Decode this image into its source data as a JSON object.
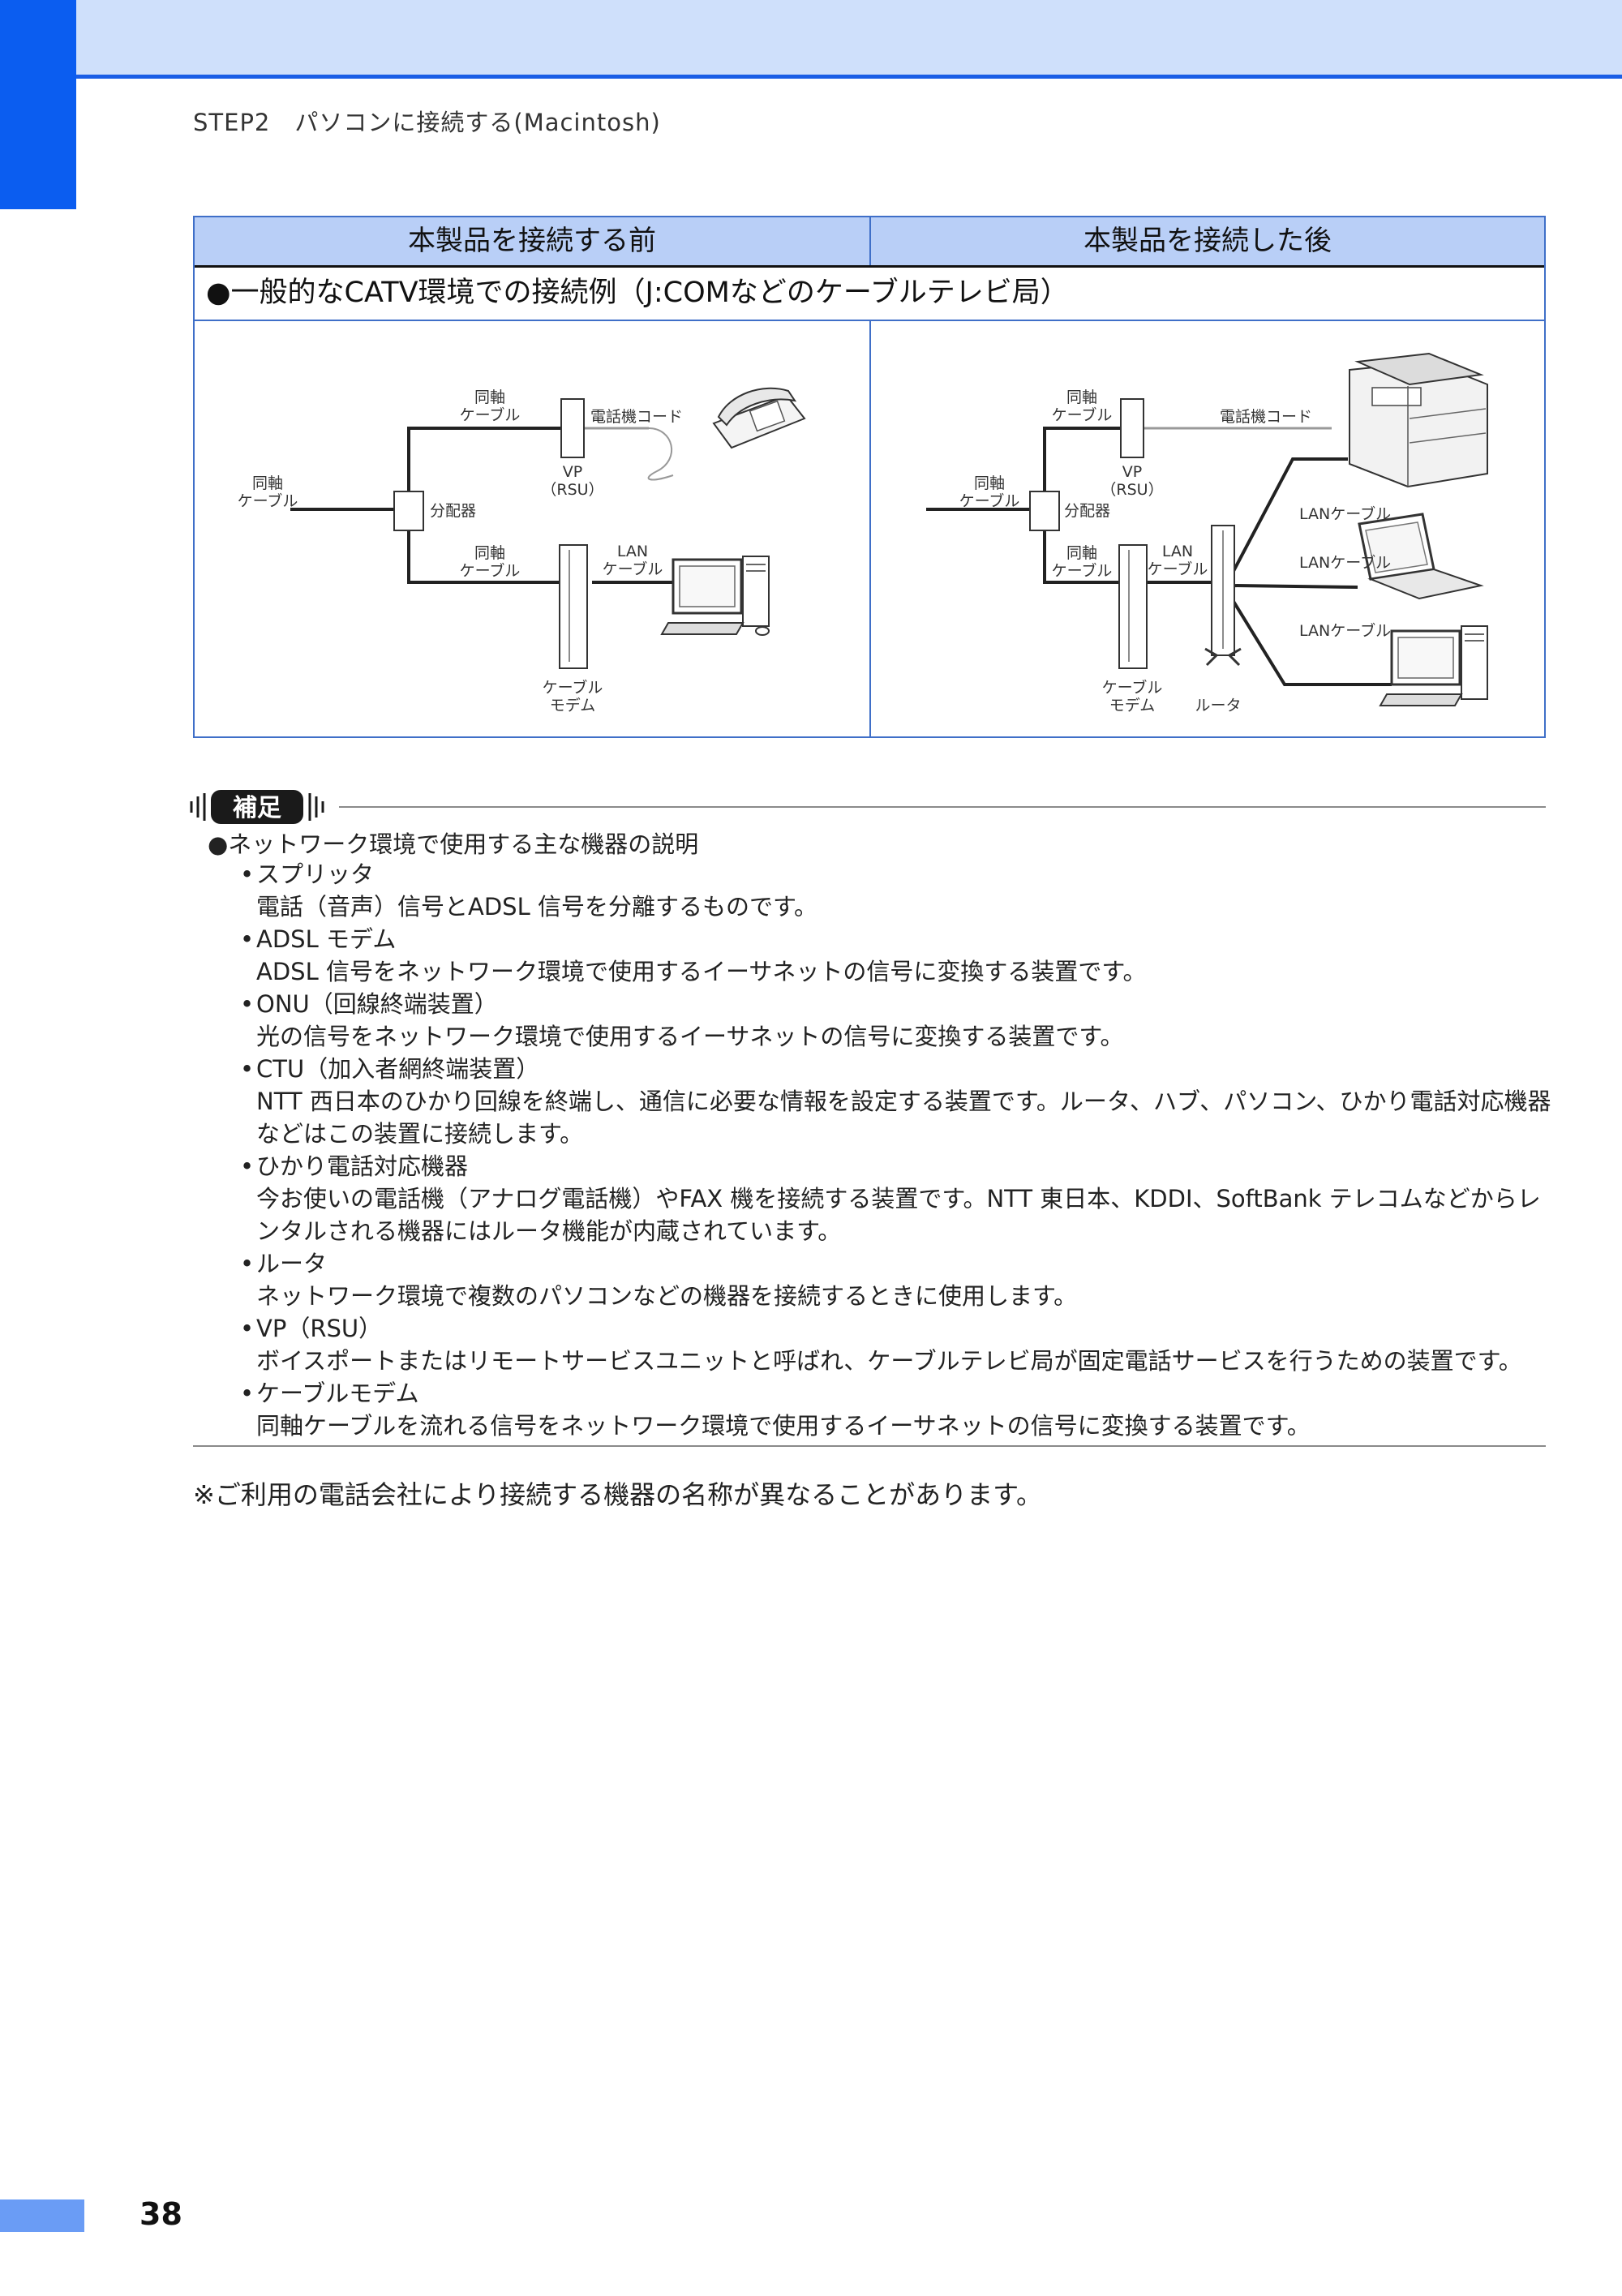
{
  "header": {
    "step_title": "STEP2　パソコンに接続する(Macintosh)"
  },
  "comparison_table": {
    "col_before": "本製品を接続する前",
    "col_after": "本製品を接続した後",
    "case_heading": "●一般的なCATV環境での接続例（J:COMなどのケーブルテレビ局）",
    "before": {
      "coax_in_label_1": "同軸",
      "coax_in_label_2": "ケーブル",
      "coax_top_label_1": "同軸",
      "coax_top_label_2": "ケーブル",
      "coax_bottom_label_1": "同軸",
      "coax_bottom_label_2": "ケーブル",
      "splitter_label": "分配器",
      "phone_cord_label": "電話機コード",
      "vp_label_1": "VP",
      "vp_label_2": "（RSU）",
      "lan_label_1": "LAN",
      "lan_label_2": "ケーブル",
      "modem_label_1": "ケーブル",
      "modem_label_2": "モデム"
    },
    "after": {
      "coax_in_label_1": "同軸",
      "coax_in_label_2": "ケーブル",
      "coax_top_label_1": "同軸",
      "coax_top_label_2": "ケーブル",
      "coax_bottom_label_1": "同軸",
      "coax_bottom_label_2": "ケーブル",
      "splitter_label": "分配器",
      "phone_cord_label": "電話機コード",
      "vp_label_1": "VP",
      "vp_label_2": "（RSU）",
      "lan_label_1": "LAN",
      "lan_label_2": "ケーブル",
      "modem_label_1": "ケーブル",
      "modem_label_2": "モデム",
      "router_label": "ルータ",
      "lan_printer_label": "LANケーブル",
      "lan_laptop_label": "LANケーブル",
      "lan_desktop_label": "LANケーブル"
    }
  },
  "note": {
    "badge_text": "補足",
    "title": "●ネットワーク環境で使用する主な機器の説明",
    "bullet": "•",
    "items": [
      {
        "term": "スプリッタ",
        "desc": "電話（音声）信号とADSL 信号を分離するものです。"
      },
      {
        "term": "ADSL モデム",
        "desc": "ADSL 信号をネットワーク環境で使用するイーサネットの信号に変換する装置です。"
      },
      {
        "term": "ONU（回線終端装置）",
        "desc": "光の信号をネットワーク環境で使用するイーサネットの信号に変換する装置です。"
      },
      {
        "term": "CTU（加入者網終端装置）",
        "desc": "NTT 西日本のひかり回線を終端し、通信に必要な情報を設定する装置です。ルータ、ハブ、パソコン、ひかり電話対応機器などはこの装置に接続します。"
      },
      {
        "term": "ひかり電話対応機器",
        "desc": "今お使いの電話機（アナログ電話機）やFAX 機を接続する装置です。NTT 東日本、KDDI、SoftBank テレコムなどからレンタルされる機器にはルータ機能が内蔵されています。"
      },
      {
        "term": "ルータ",
        "desc": "ネットワーク環境で複数のパソコンなどの機器を接続するときに使用します。"
      },
      {
        "term": "VP（RSU）",
        "desc": "ボイスポートまたはリモートサービスユニットと呼ばれ、ケーブルテレビ局が固定電話サービスを行うための装置です。"
      },
      {
        "term": "ケーブルモデム",
        "desc": "同軸ケーブルを流れる信号をネットワーク環境で使用するイーサネットの信号に変換する装置です。"
      }
    ]
  },
  "footnote": "※ご利用の電話会社により接続する機器の名称が異なることがあります。",
  "page_number": "38"
}
